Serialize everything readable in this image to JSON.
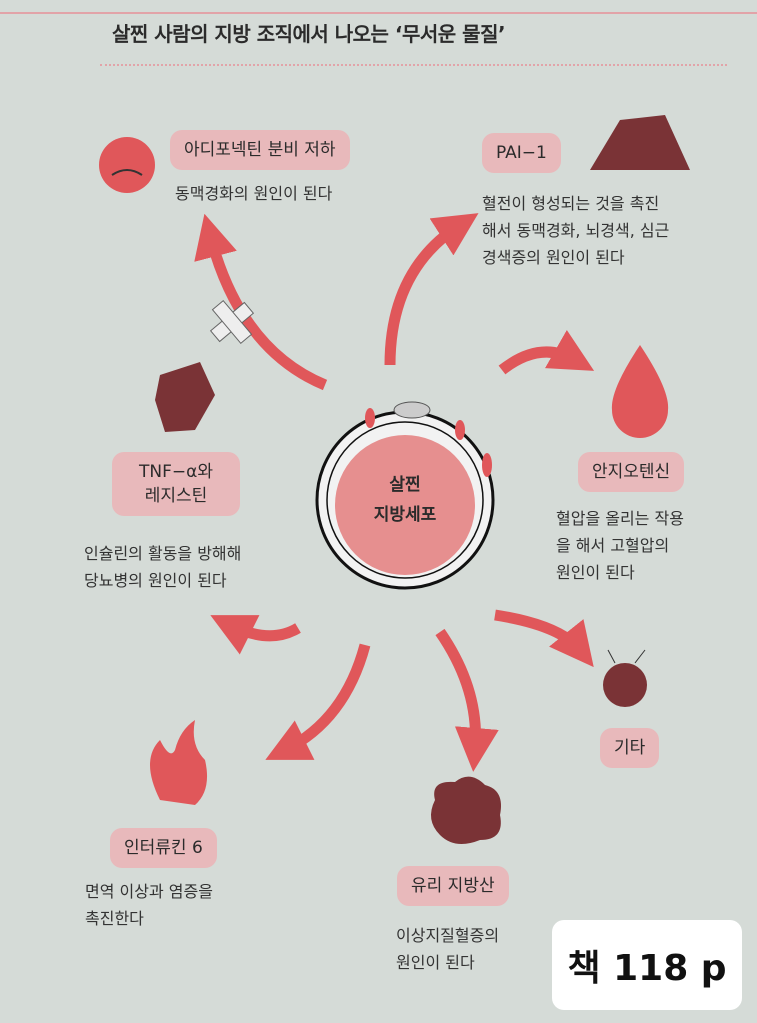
{
  "title": "살찐 사람의 지방 조직에서 나오는 ‘무서운 물질’",
  "center": {
    "line1": "살찐",
    "line2": "지방세포"
  },
  "items": [
    {
      "label": "아디포넥틴 분비 저하",
      "desc": [
        "동맥경화의 원인이 된다"
      ]
    },
    {
      "label": "PAI−1",
      "desc": [
        "혈전이 형성되는 것을 촉진",
        "해서 동맥경화, 뇌경색, 심근",
        "경색증의 원인이 된다"
      ]
    },
    {
      "label": "안지오텐신",
      "desc": [
        "혈압을 올리는 작용",
        "을 해서 고혈압의",
        "원인이 된다"
      ]
    },
    {
      "label_lines": [
        "TNF−α와",
        "레지스틴"
      ],
      "desc": [
        "인슐린의 활동을 방해해",
        "당뇨병의 원인이 된다"
      ]
    },
    {
      "label": "기타"
    },
    {
      "label": "인터류킨 6",
      "desc": [
        "면역 이상과 염증을",
        "촉진한다"
      ]
    },
    {
      "label": "유리 지방산",
      "desc": [
        "이상지질혈증의",
        "원인이 된다"
      ]
    }
  ],
  "badge": "책 118 p",
  "colors": {
    "arrow": "#e0575a",
    "label_bg": "#e8b9bb",
    "creature": "#7a3336",
    "cell": "#e68f8f"
  }
}
